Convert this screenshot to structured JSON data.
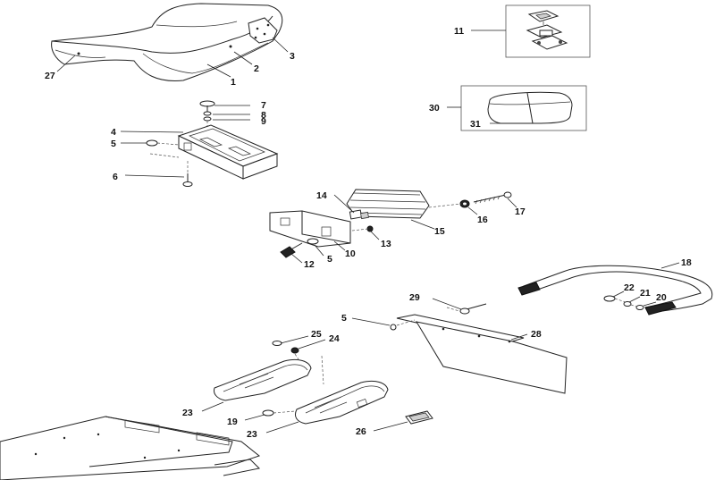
{
  "callouts": [
    {
      "id": "c1",
      "text": "1"
    },
    {
      "id": "c2",
      "text": "2"
    },
    {
      "id": "c3",
      "text": "3"
    },
    {
      "id": "c27",
      "text": "27"
    },
    {
      "id": "c11",
      "text": "11"
    },
    {
      "id": "c30",
      "text": "30"
    },
    {
      "id": "c31",
      "text": "31"
    },
    {
      "id": "c7",
      "text": "7"
    },
    {
      "id": "c8",
      "text": "8"
    },
    {
      "id": "c9",
      "text": "9"
    },
    {
      "id": "c4",
      "text": "4"
    },
    {
      "id": "c5a",
      "text": "5"
    },
    {
      "id": "c6",
      "text": "6"
    },
    {
      "id": "c14",
      "text": "14"
    },
    {
      "id": "c16",
      "text": "16"
    },
    {
      "id": "c17",
      "text": "17"
    },
    {
      "id": "c15",
      "text": "15"
    },
    {
      "id": "c13",
      "text": "13"
    },
    {
      "id": "c10",
      "text": "10"
    },
    {
      "id": "c5b",
      "text": "5"
    },
    {
      "id": "c12",
      "text": "12"
    },
    {
      "id": "c18",
      "text": "18"
    },
    {
      "id": "c22",
      "text": "22"
    },
    {
      "id": "c21",
      "text": "21"
    },
    {
      "id": "c20",
      "text": "20"
    },
    {
      "id": "c29",
      "text": "29"
    },
    {
      "id": "c5c",
      "text": "5"
    },
    {
      "id": "c28",
      "text": "28"
    },
    {
      "id": "c25",
      "text": "25"
    },
    {
      "id": "c24",
      "text": "24"
    },
    {
      "id": "c23a",
      "text": "23"
    },
    {
      "id": "c19",
      "text": "19"
    },
    {
      "id": "c23b",
      "text": "23"
    },
    {
      "id": "c26",
      "text": "26"
    }
  ]
}
